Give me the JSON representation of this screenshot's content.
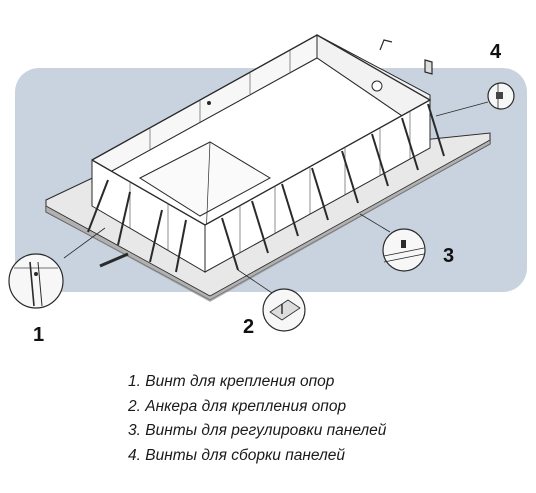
{
  "callouts": {
    "c1": "1",
    "c2": "2",
    "c3": "3",
    "c4": "4"
  },
  "legend": {
    "items": [
      "1. Винт для крепления опор",
      "2. Анкера для крепления опор",
      "3. Винты для регулировки панелей",
      "4. Винты для сборки панелей"
    ]
  },
  "colors": {
    "backdrop": "#c9d3df",
    "line": "#2a2a2a",
    "wall": "#ffffff",
    "slab": "#e6e6e6"
  }
}
